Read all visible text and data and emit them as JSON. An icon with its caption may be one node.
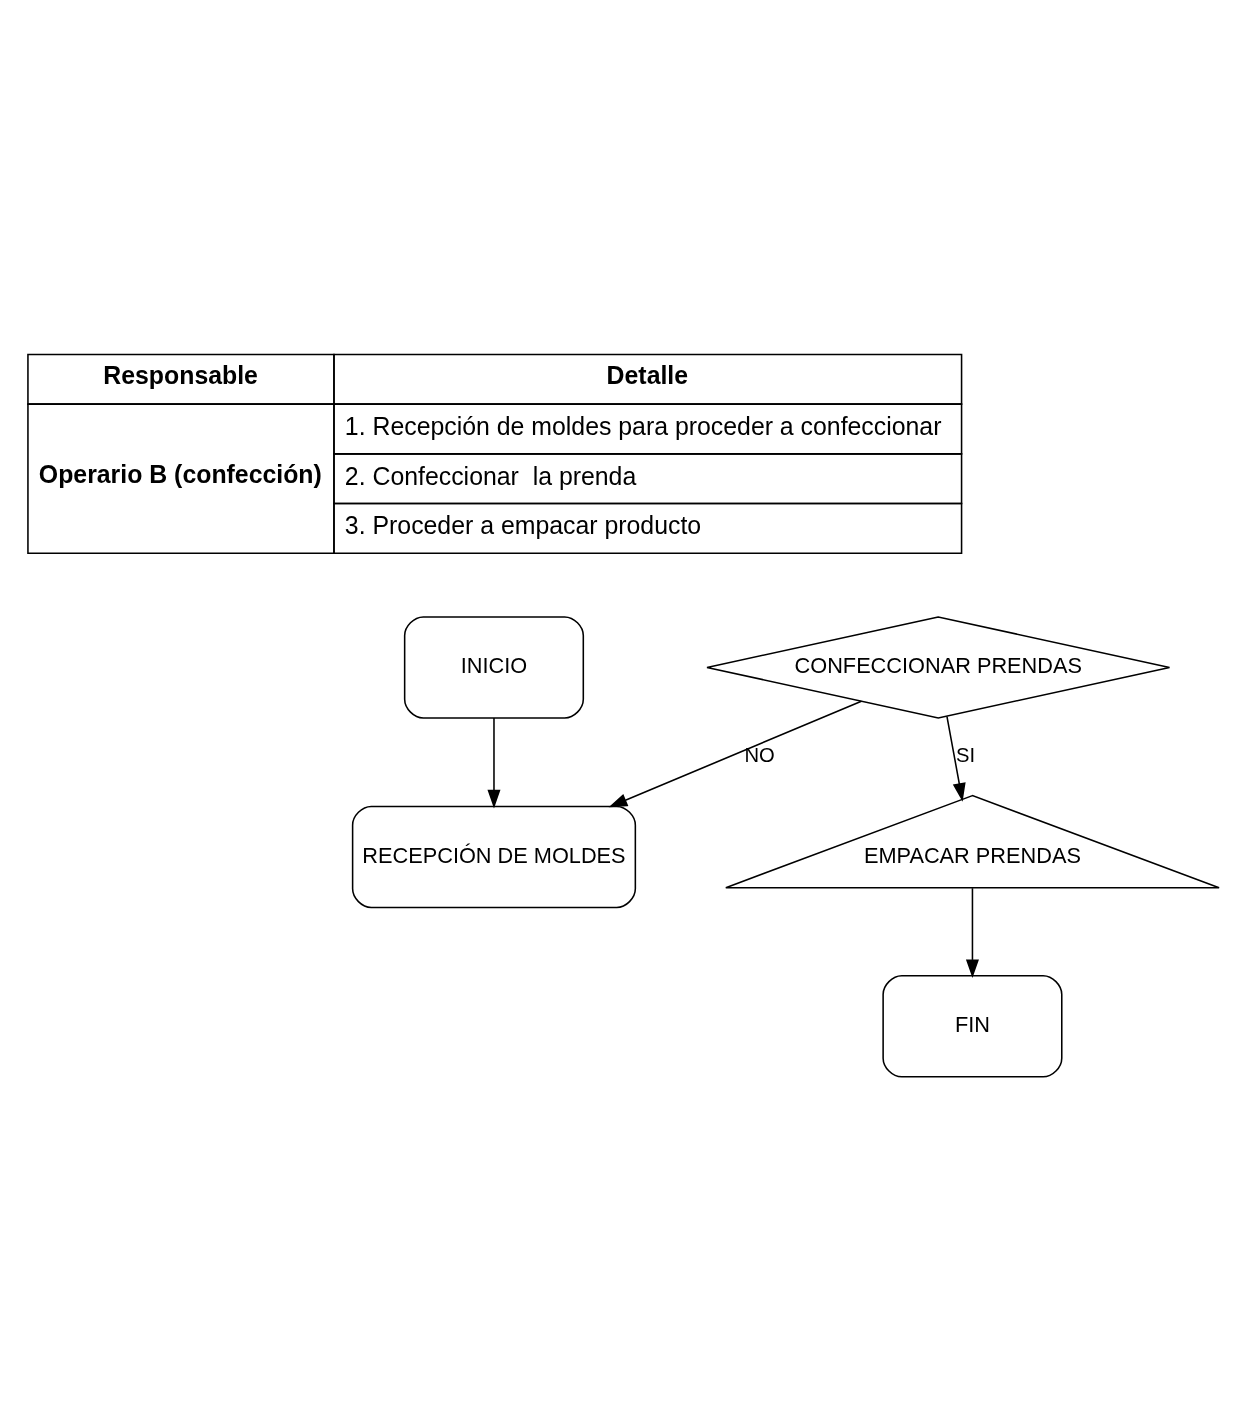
{
  "diagram": {
    "nodes": [
      {
        "text": [
          "INICIO"
        ]
      },
      {
        "text": [
          "RECEPCIÓN DE MOLDES"
        ]
      },
      {
        "text": [
          "CONFECCIONAR PRENDAS"
        ]
      },
      {
        "text": [
          "EMPACAR PRENDAS"
        ]
      },
      {
        "text": [
          "FIN"
        ]
      }
    ],
    "edges": [
      {
        "from": 0,
        "to": 1,
        "arrow": "to"
      },
      {
        "from": 2,
        "to": 1,
        "arrow": "to",
        "label": "NO"
      },
      {
        "from": 2,
        "to": 3,
        "arrow": "to",
        "label": "SI"
      },
      {
        "from": 3,
        "to": 4,
        "arrow": "to"
      }
    ],
    "labels": [
      "Responsable",
      "Detalle",
      "Operario B (confección)",
      "1. Recepción de moldes para proceder a confeccionar",
      "2. Confeccionar  la prenda",
      "3. Proceder a empacar producto"
    ]
  }
}
